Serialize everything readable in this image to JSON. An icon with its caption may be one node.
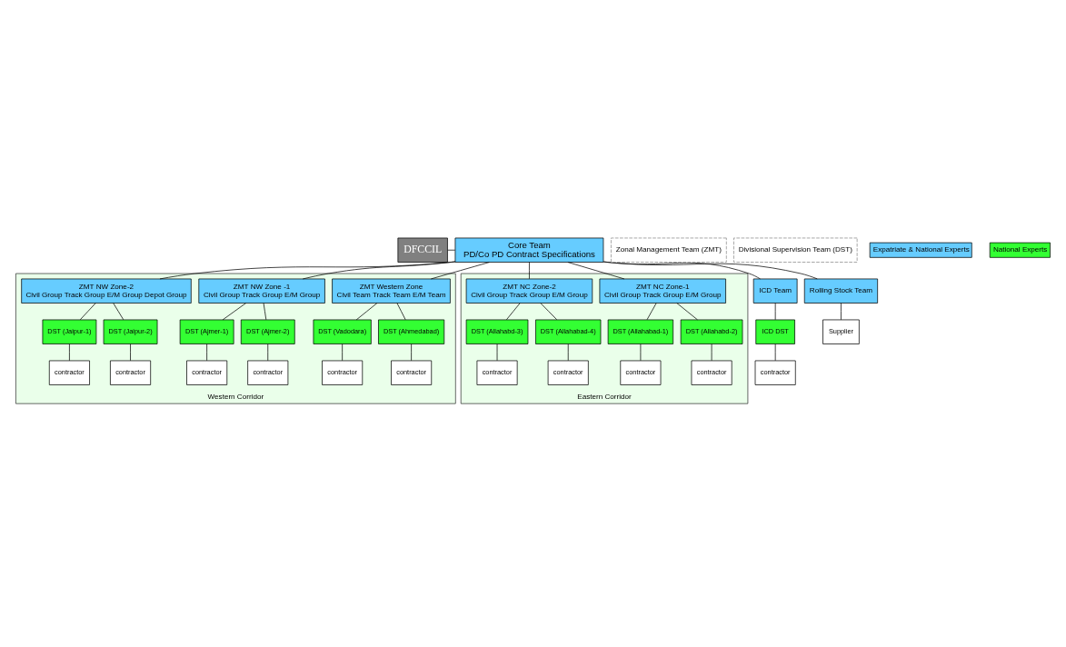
{
  "diagram": {
    "nodes": [
      {
        "text": [
          "DFCCIL"
        ]
      },
      {
        "text": [
          "Core Team",
          "PD/Co PD Contract Specifications"
        ]
      },
      {
        "text": [
          "Western Corridor"
        ]
      },
      {
        "text": [
          "ZMT Western Zone",
          "Civil Team Track Team E/M Team"
        ],
        "in": 2
      },
      {
        "text": [
          "ZMT NW Zone -1",
          "Civil Group Track Group E/M Group"
        ],
        "in": 2
      },
      {
        "text": [
          "ZMT NW Zone-2",
          "Civil Group Track Group E/M Group Depot Group"
        ],
        "in": 2
      },
      {
        "text": [
          "DST (Vadodara)"
        ],
        "in": 2
      },
      {
        "text": [
          "DST (Ahmedabad)"
        ],
        "in": 2
      },
      {
        "text": [
          "DST (Ajmer-1)"
        ],
        "in": 2
      },
      {
        "text": [
          "DST (Ajmer-2)"
        ],
        "in": 2
      },
      {
        "text": [
          "DST (Jaipur-1)"
        ],
        "in": 2
      },
      {
        "text": [
          "DST (Jaipur-2)"
        ],
        "in": 2
      },
      {
        "text": [
          "contractor"
        ],
        "in": 2
      },
      {
        "text": [
          "contractor"
        ],
        "in": 2
      },
      {
        "text": [
          "contractor"
        ],
        "in": 2
      },
      {
        "text": [
          "contractor"
        ],
        "in": 2
      },
      {
        "text": [
          "contractor"
        ],
        "in": 2
      },
      {
        "text": [
          "contractor"
        ],
        "in": 2
      },
      {
        "text": [
          "ICD Team"
        ]
      },
      {
        "text": [
          "ICD DST"
        ]
      },
      {
        "text": [
          "contractor"
        ]
      },
      {
        "text": [
          "Eastern Corridor"
        ]
      },
      {
        "text": [
          "ZMT NC Zone-1",
          "Civil Group Track Group E/M Group"
        ],
        "in": 21
      },
      {
        "text": [
          "ZMT NC Zone-2",
          "Civil Group Track Group E/M Group"
        ],
        "in": 21
      },
      {
        "text": [
          "DST (Allahabad-1)"
        ],
        "in": 21
      },
      {
        "text": [
          "DST (Allahabd-2)"
        ],
        "in": 21
      },
      {
        "text": [
          "DST (Allahabd-3)"
        ],
        "in": 21
      },
      {
        "text": [
          "DST (Allahabad-4)"
        ],
        "in": 21
      },
      {
        "text": [
          "contractor"
        ],
        "in": 21
      },
      {
        "text": [
          "contractor"
        ],
        "in": 21
      },
      {
        "text": [
          "contractor"
        ],
        "in": 21
      },
      {
        "text": [
          "contractor"
        ],
        "in": 21
      },
      {
        "text": [
          "Rolling Stock Team"
        ]
      },
      {
        "text": [
          "Supplier"
        ]
      },
      {
        "text": [
          "Zonal Management Team (ZMT)"
        ]
      },
      {
        "text": [
          "Divisional Supervision Team (DST)"
        ]
      }
    ],
    "edges": [
      {
        "from": 0,
        "to": 1,
        "arrow": "none"
      },
      {
        "from": 1,
        "to": 3,
        "arrow": "none"
      },
      {
        "from": 1,
        "to": 4,
        "arrow": "none"
      },
      {
        "from": 1,
        "to": 5,
        "arrow": "none"
      },
      {
        "from": 1,
        "to": 18,
        "arrow": "none"
      },
      {
        "from": 1,
        "to": 22,
        "arrow": "none"
      },
      {
        "from": 1,
        "to": 23,
        "arrow": "none"
      },
      {
        "from": 1,
        "to": 32,
        "arrow": "none"
      },
      {
        "from": 3,
        "to": 6,
        "arrow": "none"
      },
      {
        "from": 3,
        "to": 7,
        "arrow": "none"
      },
      {
        "from": 4,
        "to": 8,
        "arrow": "none"
      },
      {
        "from": 4,
        "to": 9,
        "arrow": "none"
      },
      {
        "from": 5,
        "to": 10,
        "arrow": "none"
      },
      {
        "from": 5,
        "to": 11,
        "arrow": "none"
      },
      {
        "from": 18,
        "to": 19,
        "arrow": "none"
      },
      {
        "from": 22,
        "to": 24,
        "arrow": "none"
      },
      {
        "from": 22,
        "to": 25,
        "arrow": "none"
      },
      {
        "from": 23,
        "to": 26,
        "arrow": "none"
      },
      {
        "from": 23,
        "to": 27,
        "arrow": "none"
      },
      {
        "from": 6,
        "to": 12,
        "arrow": "none"
      },
      {
        "from": 7,
        "to": 13,
        "arrow": "none"
      },
      {
        "from": 8,
        "to": 14,
        "arrow": "none"
      },
      {
        "from": 9,
        "to": 15,
        "arrow": "none"
      },
      {
        "from": 10,
        "to": 16,
        "arrow": "none"
      },
      {
        "from": 11,
        "to": 17,
        "arrow": "none"
      },
      {
        "from": 19,
        "to": 20,
        "arrow": "none"
      },
      {
        "from": 24,
        "to": 28,
        "arrow": "none"
      },
      {
        "from": 25,
        "to": 29,
        "arrow": "none"
      },
      {
        "from": 26,
        "to": 30,
        "arrow": "none"
      },
      {
        "from": 27,
        "to": 31,
        "arrow": "none"
      },
      {
        "from": 32,
        "to": 33,
        "arrow": "none"
      }
    ],
    "legend": [
      {
        "text": "Expatriate & National Experts",
        "color": "#66ccff"
      },
      {
        "text": "National Experts",
        "color": "#33ff33"
      }
    ]
  }
}
